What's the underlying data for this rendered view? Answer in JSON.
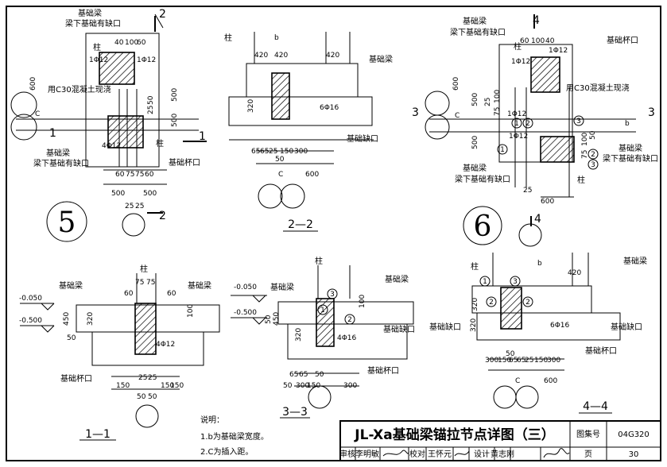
{
  "drawing": {
    "title": "JL-Xa基础梁锚拉节点详图（三）",
    "atlas_label": "图集号",
    "atlas_no": "04G320",
    "page_label": "页",
    "page_no": "30",
    "roles": [
      "审核",
      "李明敏",
      "校对",
      "王怀元",
      "设计",
      "黄志刚"
    ]
  },
  "notes": {
    "heading": "说明：",
    "items": [
      "1.b为基础梁宽度。",
      "2.C为插入距。"
    ]
  },
  "detail5": {
    "number": "5",
    "labels": [
      "基础梁",
      "梁下基础有缺口",
      "柱",
      "用C30混凝土现浇",
      "基础梁",
      "梁下基础有缺口",
      "基础杯口",
      "柱"
    ],
    "rebar": [
      "1Φ12",
      "1Φ12",
      "4Φ12"
    ],
    "dims": [
      "40",
      "100",
      "60",
      "600",
      "C",
      "60",
      "75",
      "75",
      "60",
      "500",
      "500",
      "25",
      "25",
      "500",
      "500",
      "50",
      "25"
    ],
    "markers": [
      "2",
      "2",
      "1",
      "1"
    ]
  },
  "section22": {
    "label": "2—2",
    "labels": [
      "柱",
      "基础梁",
      "基础缺口"
    ],
    "rebar": [
      "6Φ16"
    ],
    "dims": [
      "b",
      "420",
      "420",
      "420",
      "320",
      "65",
      "65",
      "25",
      "150",
      "300",
      "50",
      "C",
      "600"
    ]
  },
  "detail6": {
    "number": "6",
    "labels": [
      "基础梁",
      "梁下基础有缺口",
      "柱",
      "基础杯口",
      "用C30混凝土现浇",
      "基础梁",
      "梁下基础有缺口",
      "基础梁",
      "梁下基础有缺口",
      "柱"
    ],
    "rebar": [
      "1Φ12",
      "1Φ12",
      "1Φ12",
      "1Φ12"
    ],
    "dims": [
      "60",
      "100",
      "40",
      "600",
      "C",
      "500",
      "500",
      "25",
      "100",
      "75",
      "50",
      "100",
      "75",
      "600",
      "25"
    ],
    "markers": [
      "4",
      "4",
      "3",
      "3",
      "b"
    ],
    "circled": [
      "1",
      "2",
      "3",
      "1",
      "2",
      "3"
    ]
  },
  "section11": {
    "label": "1—1",
    "labels": [
      "柱",
      "基础梁",
      "基础梁",
      "基础杯口"
    ],
    "levels": [
      "-0.050",
      "-0.500"
    ],
    "rebar": [
      "4Φ12"
    ],
    "dims": [
      "60",
      "75",
      "75",
      "60",
      "450",
      "320",
      "50",
      "100",
      "25",
      "25",
      "150",
      "50",
      "50",
      "150",
      "150"
    ]
  },
  "section33": {
    "label": "3—3",
    "labels": [
      "柱",
      "基础梁",
      "基础缺口",
      "基础杯口"
    ],
    "levels": [
      "-0.050",
      "-0.500"
    ],
    "rebar": [
      "4Φ16"
    ],
    "dims": [
      "50",
      "450",
      "320",
      "100",
      "65",
      "65",
      "50",
      "150",
      "50",
      "300",
      "300"
    ],
    "circled": [
      "1",
      "2",
      "3"
    ]
  },
  "section44": {
    "label": "4—4",
    "labels": [
      "柱",
      "基础梁",
      "基础缺口",
      "基础缺口",
      "基础杯口"
    ],
    "rebar": [
      "6Φ16"
    ],
    "dims": [
      "b",
      "420",
      "320",
      "300",
      "150",
      "65",
      "65",
      "25",
      "150",
      "300",
      "50",
      "C",
      "600",
      "320"
    ],
    "circled": [
      "1",
      "2",
      "3",
      "2"
    ]
  }
}
